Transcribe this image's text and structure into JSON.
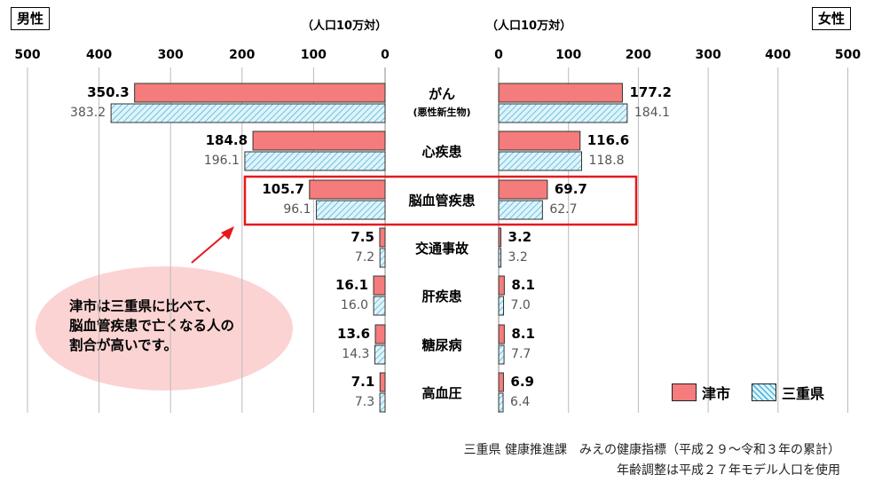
{
  "panels": {
    "male_label": "男性",
    "female_label": "女性"
  },
  "unit_label": "（人口10万対）",
  "chart_data": {
    "type": "bar",
    "orientation": "horizontal-butterfly",
    "categories": [
      "がん",
      "心疾患",
      "脳血管疾患",
      "交通事故",
      "肝疾患",
      "糖尿病",
      "高血圧"
    ],
    "category_sublabels": [
      "(悪性新生物)",
      "",
      "",
      "",
      "",
      "",
      ""
    ],
    "male": {
      "label": "男性",
      "series": [
        {
          "name": "津市",
          "values": [
            350.3,
            184.8,
            105.7,
            7.5,
            16.1,
            13.6,
            7.1
          ]
        },
        {
          "name": "三重県",
          "values": [
            383.2,
            196.1,
            96.1,
            7.2,
            16.0,
            14.3,
            7.3
          ]
        }
      ]
    },
    "female": {
      "label": "女性",
      "series": [
        {
          "name": "津市",
          "values": [
            177.2,
            116.6,
            69.7,
            3.2,
            8.1,
            8.1,
            6.9
          ]
        },
        {
          "name": "三重県",
          "values": [
            184.1,
            118.8,
            62.7,
            3.2,
            7.0,
            7.7,
            6.4
          ]
        }
      ]
    },
    "male_display": {
      "tsu": [
        "350.3",
        "184.8",
        "105.7",
        "7.5",
        "16.1",
        "13.6",
        "7.1"
      ],
      "mie": [
        "383.2",
        "196.1",
        "96.1",
        "7.2",
        "16.0",
        "14.3",
        "7.3"
      ]
    },
    "female_display": {
      "tsu": [
        "177.2",
        "116.6",
        "69.7",
        "3.2",
        "8.1",
        "8.1",
        "6.9"
      ],
      "mie": [
        "184.1",
        "118.8",
        "62.7",
        "3.2",
        "7.0",
        "7.7",
        "6.4"
      ]
    },
    "xlim": [
      0,
      500
    ],
    "ticks": [
      500,
      400,
      300,
      200,
      100,
      0
    ],
    "tick_labels_male": [
      "500",
      "400",
      "300",
      "200",
      "100",
      "0"
    ],
    "tick_labels_female": [
      "0",
      "100",
      "200",
      "300",
      "400",
      "500"
    ],
    "grid": true,
    "legend_position": "bottom-right",
    "highlight_category": "脳血管疾患"
  },
  "legend": [
    {
      "name": "津市",
      "color": "#f47c7c"
    },
    {
      "name": "三重県",
      "color": "#dff3fb"
    }
  ],
  "colors": {
    "tsu": "#f47c7c",
    "mie_fill": "#dff3fb",
    "mie_hatch": "#4fb8d8",
    "highlight": "#e5191c",
    "grid": "#bbbbbb"
  },
  "callout": {
    "text": "津市は三重県に比べて、\n脳血管疾患で亡くなる人の\n割合が高いです。"
  },
  "footer": {
    "line1": "三重県 健康推進課　みえの健康指標（平成２９～令和３年の累計）",
    "line2": "年齢調整は平成２７年モデル人口を使用"
  }
}
